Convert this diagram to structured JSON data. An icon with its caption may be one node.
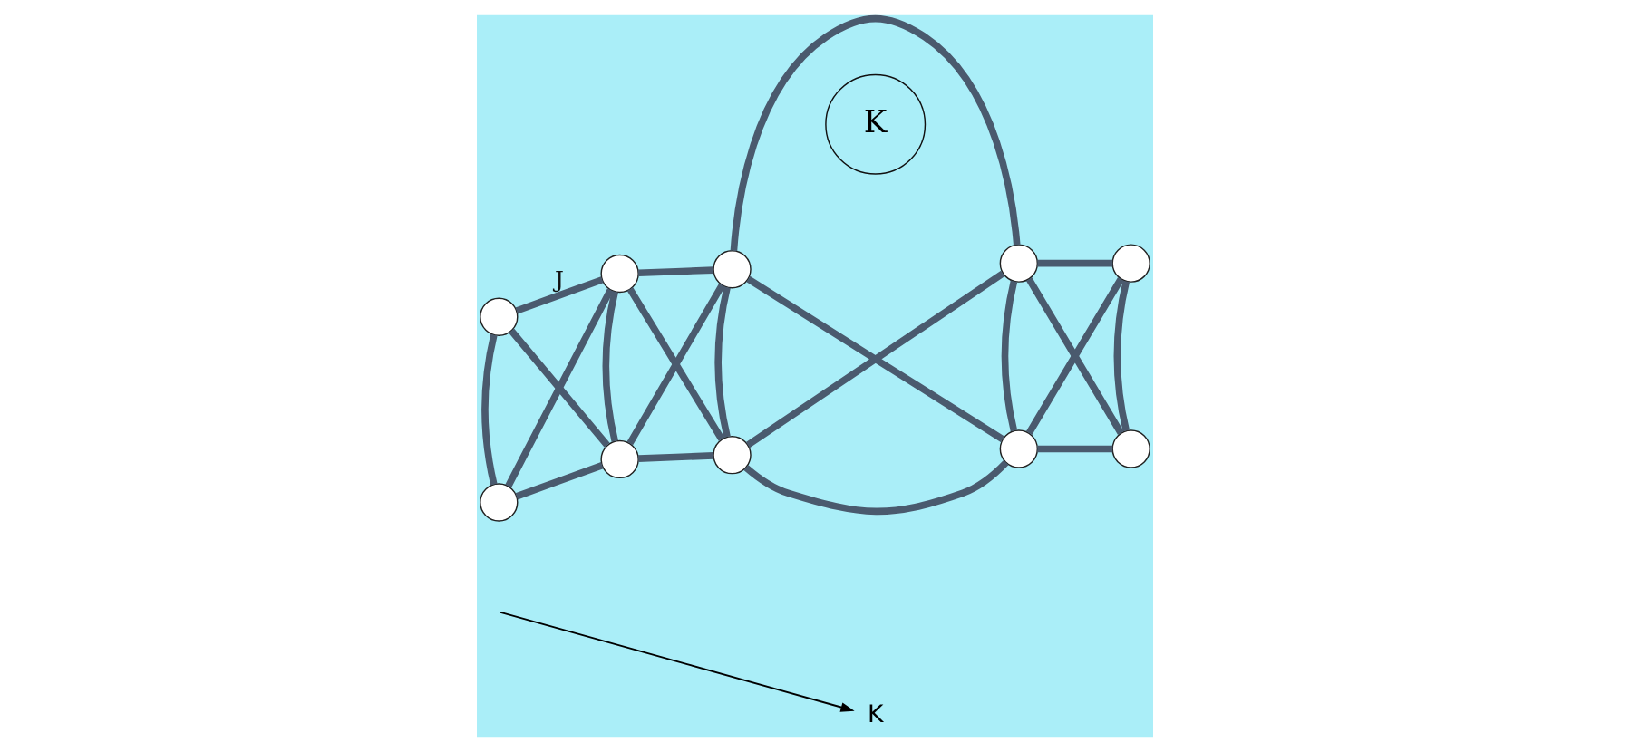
{
  "diagram": {
    "nodes": [
      {
        "text": [],
        "shape": "circle"
      },
      {
        "text": [],
        "shape": "circle"
      },
      {
        "text": [],
        "shape": "circle"
      },
      {
        "text": [],
        "shape": "circle"
      },
      {
        "text": [],
        "shape": "circle"
      },
      {
        "text": [
          "K"
        ]
      },
      {
        "text": [],
        "shape": "circle"
      },
      {
        "text": [],
        "shape": "circle"
      },
      {
        "text": [],
        "shape": "circle"
      },
      {
        "text": [],
        "shape": "circle"
      },
      {
        "text": [],
        "shape": "circle"
      },
      {
        "text": [
          "K"
        ]
      }
    ],
    "edges": [
      {
        "from": 0,
        "to": 1,
        "arrow": "none",
        "label": "J"
      },
      {
        "from": 1,
        "to": 2,
        "arrow": "none"
      },
      {
        "from": 2,
        "to": 3,
        "arrow": "none"
      },
      {
        "from": 3,
        "to": 4,
        "arrow": "none"
      },
      {
        "from": 6,
        "to": 7,
        "arrow": "none"
      },
      {
        "from": 7,
        "to": 8,
        "arrow": "none"
      },
      {
        "from": 8,
        "to": 9,
        "arrow": "none"
      },
      {
        "from": 9,
        "to": 10,
        "arrow": "none"
      },
      {
        "from": 0,
        "to": 6,
        "arrow": "none"
      },
      {
        "from": 1,
        "to": 7,
        "arrow": "none"
      },
      {
        "from": 2,
        "to": 8,
        "arrow": "none"
      },
      {
        "from": 3,
        "to": 9,
        "arrow": "none"
      },
      {
        "from": 4,
        "to": 10,
        "arrow": "none"
      },
      {
        "from": 0,
        "to": 7,
        "arrow": "none"
      },
      {
        "from": 1,
        "to": 6,
        "arrow": "none"
      },
      {
        "from": 1,
        "to": 8,
        "arrow": "none"
      },
      {
        "from": 2,
        "to": 7,
        "arrow": "none"
      },
      {
        "from": 2,
        "to": 9,
        "arrow": "none"
      },
      {
        "from": 3,
        "to": 8,
        "arrow": "none"
      },
      {
        "from": 3,
        "to": 10,
        "arrow": "none"
      },
      {
        "from": 4,
        "to": 9,
        "arrow": "none"
      },
      {
        "from": null,
        "to": 11,
        "arrow": "to",
        "color": "#000000"
      }
    ]
  }
}
